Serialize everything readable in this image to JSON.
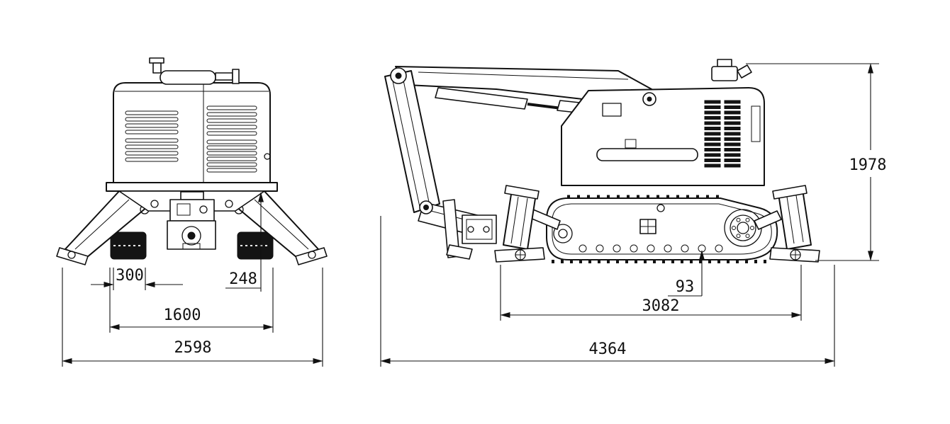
{
  "drawing": {
    "background": "#ffffff",
    "line_color": "#111111",
    "front_view": {
      "dims": [
        "300",
        "248",
        "1600",
        "2598"
      ]
    },
    "side_view": {
      "dims": [
        "1978",
        "93",
        "3082",
        "4364"
      ]
    }
  }
}
